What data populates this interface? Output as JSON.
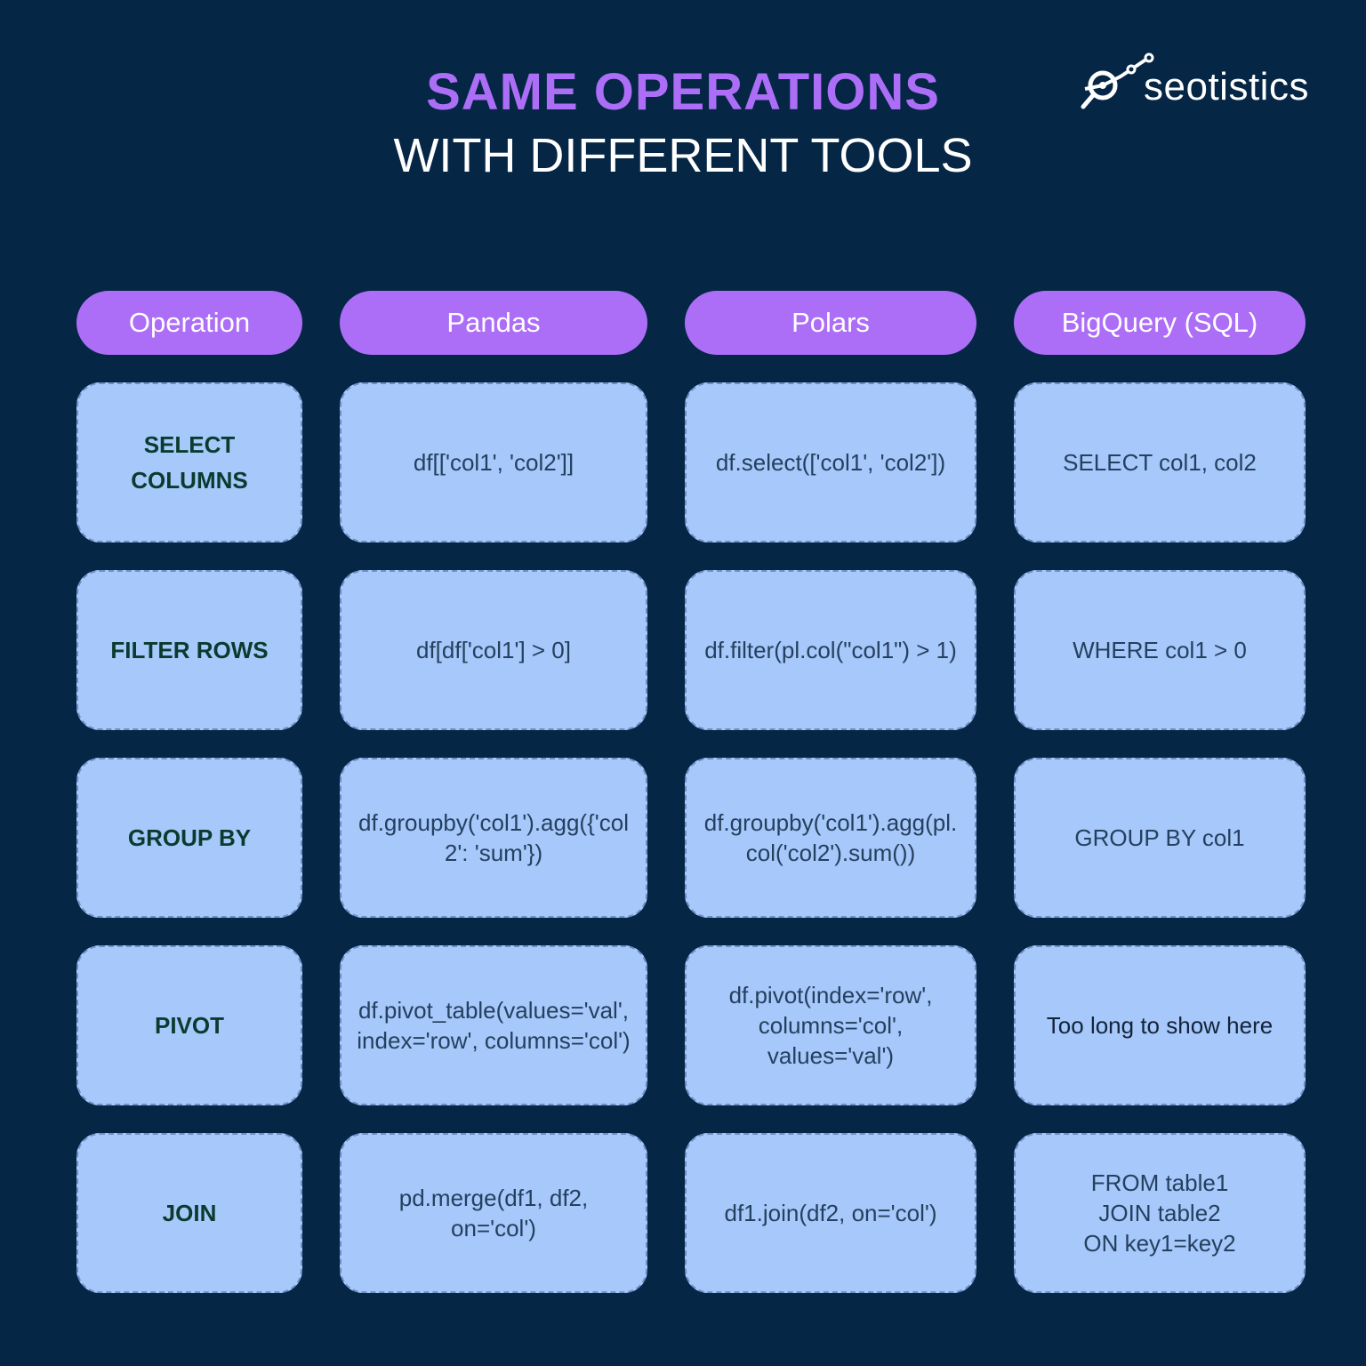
{
  "title": {
    "line1": "SAME OPERATIONS",
    "line2": "WITH DIFFERENT TOOLS"
  },
  "logo": {
    "text": "seotistics",
    "icon": "chart-magnifier-icon"
  },
  "colors": {
    "background": "#052645",
    "accent": "#ad6ef7",
    "cell": "#a6c8fb"
  },
  "headers": [
    "Operation",
    "Pandas",
    "Polars",
    "BigQuery (SQL)"
  ],
  "rows": [
    {
      "operation": "SELECT\nCOLUMNS",
      "pandas": "df[['col1', 'col2']]",
      "polars": "df.select(['col1', 'col2'])",
      "bigquery": "SELECT col1, col2"
    },
    {
      "operation": "FILTER ROWS",
      "pandas": "df[df['col1'] > 0]",
      "polars": "df.filter(pl.col(\"col1\") > 1)",
      "bigquery": "WHERE col1 > 0"
    },
    {
      "operation": "GROUP BY",
      "pandas": "df.groupby('col1').agg({'col2': 'sum'})",
      "polars": "df.groupby('col1').agg(pl.col('col2').sum())",
      "bigquery": "GROUP BY col1"
    },
    {
      "operation": "PIVOT",
      "pandas": "df.pivot_table(values='val', index='row', columns='col')",
      "polars": "df.pivot(index='row',\ncolumns='col',\nvalues='val')",
      "bigquery": "Too long to show here"
    },
    {
      "operation": "JOIN",
      "pandas": "pd.merge(df1, df2,\non='col')",
      "polars": "df1.join(df2, on='col')",
      "bigquery": "FROM table1\nJOIN table2\nON key1=key2"
    }
  ]
}
